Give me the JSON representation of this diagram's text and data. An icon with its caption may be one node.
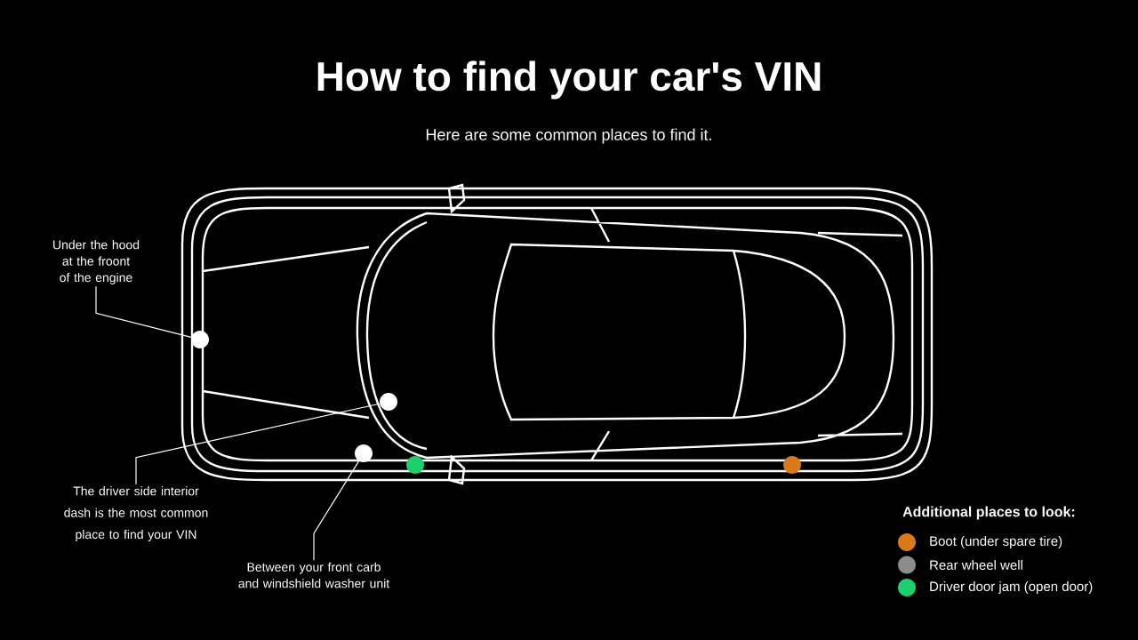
{
  "diagram": {
    "title": "How to find your car's VIN",
    "nodes": [
      {
        "text": [
          "Under the hood at the froont of the engine"
        ]
      },
      {
        "text": [],
        "shape": "circle"
      },
      {
        "text": [
          "The driver side interior dash is the most common place to find your VIN"
        ]
      },
      {
        "text": [],
        "shape": "circle"
      },
      {
        "text": [
          "Between your front carb and windshield washer unit"
        ]
      },
      {
        "text": [],
        "shape": "circle"
      },
      {
        "text": [],
        "shape": "circle"
      },
      {
        "text": [],
        "shape": "circle"
      }
    ],
    "edges": [
      {
        "from": 0,
        "to": 1,
        "arrow": "none"
      },
      {
        "from": 2,
        "to": 3,
        "arrow": "none"
      },
      {
        "from": 4,
        "to": 5,
        "arrow": "none"
      }
    ],
    "labels": [
      "Here are some common places to find it.",
      "Additional places to look:"
    ],
    "legend": [
      {
        "text": "Boot (under spare tire)",
        "color": "#d97a1a"
      },
      {
        "text": "Rear wheel well",
        "color": "#8c8c8c"
      },
      {
        "text": "Driver door jam (open door)",
        "color": "#1ecf6e"
      }
    ]
  }
}
